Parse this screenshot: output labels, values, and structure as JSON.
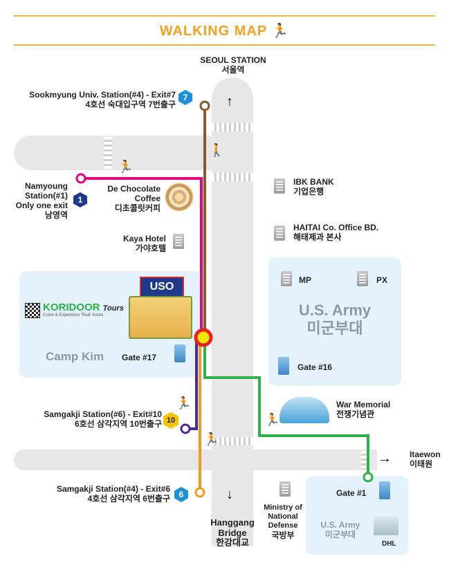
{
  "header": {
    "title": "WALKING MAP"
  },
  "top": {
    "station_en": "SEOUL STATION",
    "station_ko": "서울역"
  },
  "bottom": {
    "bridge_line1": "Hanggang",
    "bridge_line2": "Bridge",
    "bridge_ko": "한강대교"
  },
  "right_exit": {
    "en": "Itaewon",
    "ko": "이태원"
  },
  "stations": {
    "sookmyung": {
      "en": "Sookmyung Univ. Station(#4)  - Exit#7",
      "ko": "4호선 숙대입구역 7번출구",
      "badge": "7"
    },
    "namyoung": {
      "l1": "Namyoung",
      "l2": "Station(#1)",
      "l3": "Only one exit",
      "ko": "남영역",
      "badge": "1"
    },
    "samgakji6": {
      "en": "Samgakji Station(#6) - Exit#10",
      "ko": "6호선 삼각지역 10번출구",
      "badge": "10"
    },
    "samgakji4": {
      "en": "Samgakji Station(#4) - Exit#6",
      "ko": "4호선 삼각지역 6번출구",
      "badge": "6"
    }
  },
  "places": {
    "dechoco": {
      "l1": "De Chocolate",
      "l2": "Coffee",
      "ko": "디초콜릿커피"
    },
    "kaya": {
      "en": "Kaya Hotel",
      "ko": "가야호텔"
    },
    "ibk": {
      "en": "IBK BANK",
      "ko": "기업은행"
    },
    "haitai": {
      "en": "HAITAI Co. Office BD.",
      "ko": "해태제과 본사"
    },
    "mp": "MP",
    "px": "PX",
    "usarmy": {
      "en": "U.S. Army",
      "ko": "미군부대"
    },
    "gate16": "Gate #16",
    "warmem": {
      "en": "War Memorial",
      "ko": "전쟁기념관"
    },
    "gate1": "Gate #1",
    "usarmy2": {
      "en": "U.S. Army",
      "ko": "미군부대"
    },
    "dhl": "DHL",
    "mnd": {
      "l1": "Ministry of",
      "l2": "National",
      "l3": "Defense",
      "ko": "국방부"
    },
    "campkim": "Camp Kim",
    "gate17": "Gate #17",
    "uso": "USO",
    "koridoor": {
      "name": "KORIDOOR",
      "suffix": "Tours",
      "tagline": "Come & Experience 'Real' Korea"
    }
  },
  "colors": {
    "line_brown": "#8b5a2b",
    "line_magenta": "#e6007e",
    "line_purple": "#4b2a8c",
    "line_orange": "#f39a1e",
    "line_green": "#2bb34a",
    "accent": "#f3a21f",
    "hex_blue": "#1c8fd6",
    "hex_navy": "#1f3a8a",
    "hex_yellow": "#f5c300"
  }
}
